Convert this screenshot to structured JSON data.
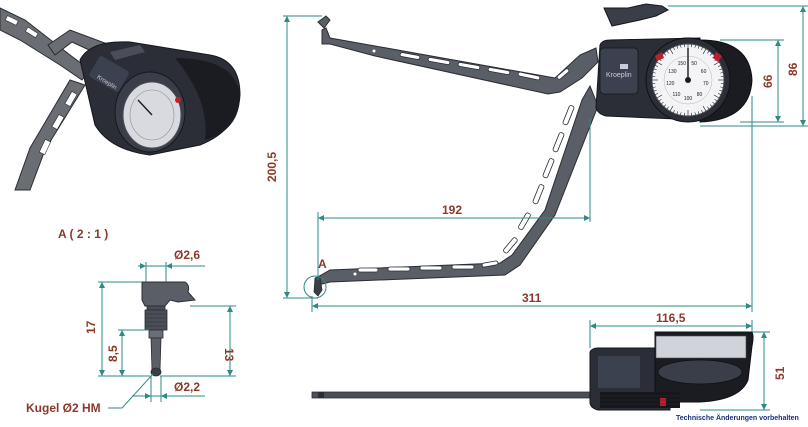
{
  "dimensions": {
    "d200_5": "200,5",
    "d192": "192",
    "d311": "311",
    "d66": "66",
    "d86": "86",
    "d116_5": "116,5",
    "d51": "51"
  },
  "detail": {
    "marker": "A",
    "title": "A ( 2 : 1 )",
    "d2_6": "Ø2,6",
    "d2_2": "Ø2,2",
    "d17": "17",
    "d8_5": "8,5",
    "d13": "13",
    "ball_label": "Kugel Ø2 HM"
  },
  "gauge": {
    "brand": "Kroeplin",
    "dial_numbers": [
      "50",
      "60",
      "70",
      "80",
      "100",
      "110",
      "120",
      "130",
      "150"
    ]
  },
  "footer": {
    "notice": "Technische Änderungen vorbehalten"
  },
  "colors": {
    "dimension_line": "#2d8a86",
    "dimension_text": "#8a3a2a",
    "body_dark": "#2b2e36",
    "arm_gray": "#5a5e66",
    "notice_blue": "#1a2f7a",
    "dial_red": "#c0202a"
  }
}
